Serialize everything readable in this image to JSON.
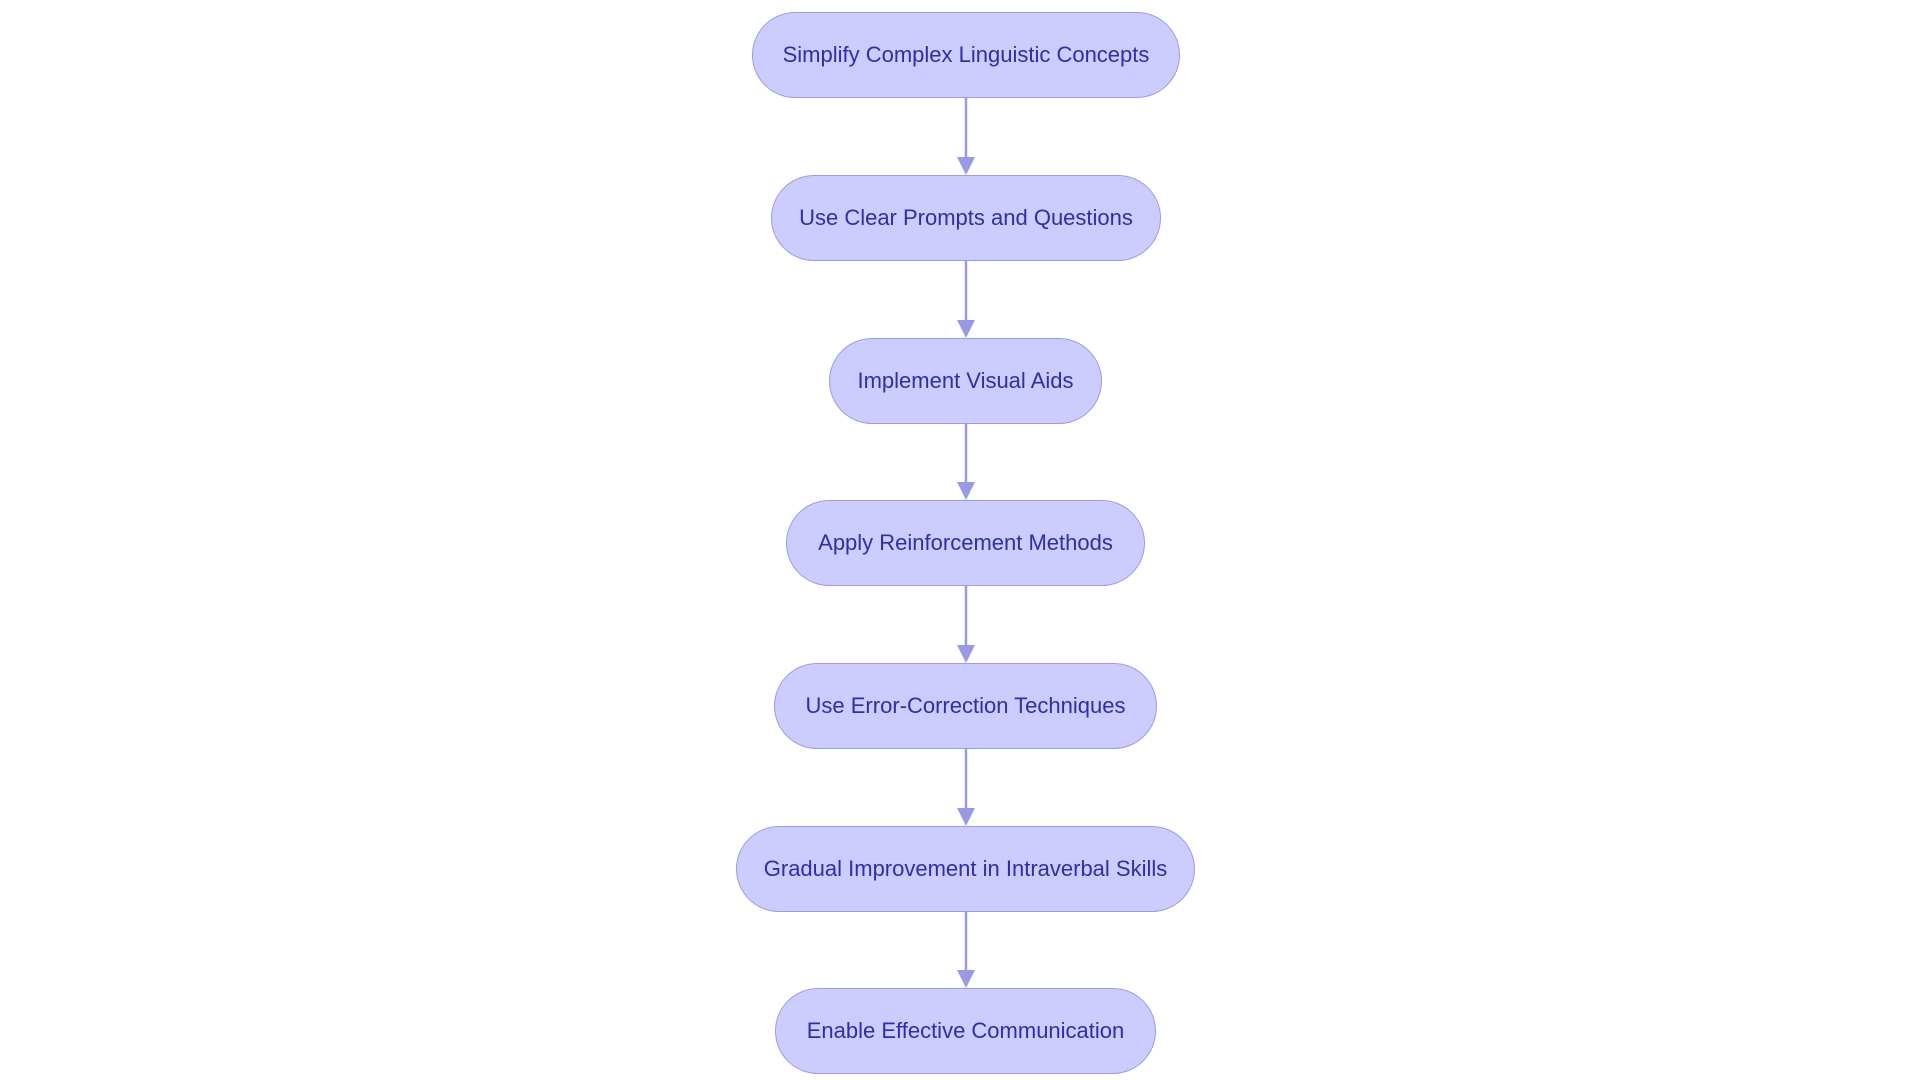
{
  "diagram": {
    "type": "flowchart",
    "direction": "top-to-bottom",
    "node_fill": "#ccccff",
    "node_border": "#9b9be6",
    "node_text_color": "#2e2ea8",
    "edge_color": "#9999e6",
    "nodes": [
      {
        "id": "n1",
        "label": "Simplify Complex Linguistic Concepts"
      },
      {
        "id": "n2",
        "label": "Use Clear Prompts and Questions"
      },
      {
        "id": "n3",
        "label": "Implement Visual Aids"
      },
      {
        "id": "n4",
        "label": "Apply Reinforcement Methods"
      },
      {
        "id": "n5",
        "label": "Use Error-Correction Techniques"
      },
      {
        "id": "n6",
        "label": "Gradual Improvement in Intraverbal Skills"
      },
      {
        "id": "n7",
        "label": "Enable Effective Communication"
      }
    ],
    "edges": [
      {
        "from": "n1",
        "to": "n2"
      },
      {
        "from": "n2",
        "to": "n3"
      },
      {
        "from": "n3",
        "to": "n4"
      },
      {
        "from": "n4",
        "to": "n5"
      },
      {
        "from": "n5",
        "to": "n6"
      },
      {
        "from": "n6",
        "to": "n7"
      }
    ]
  }
}
